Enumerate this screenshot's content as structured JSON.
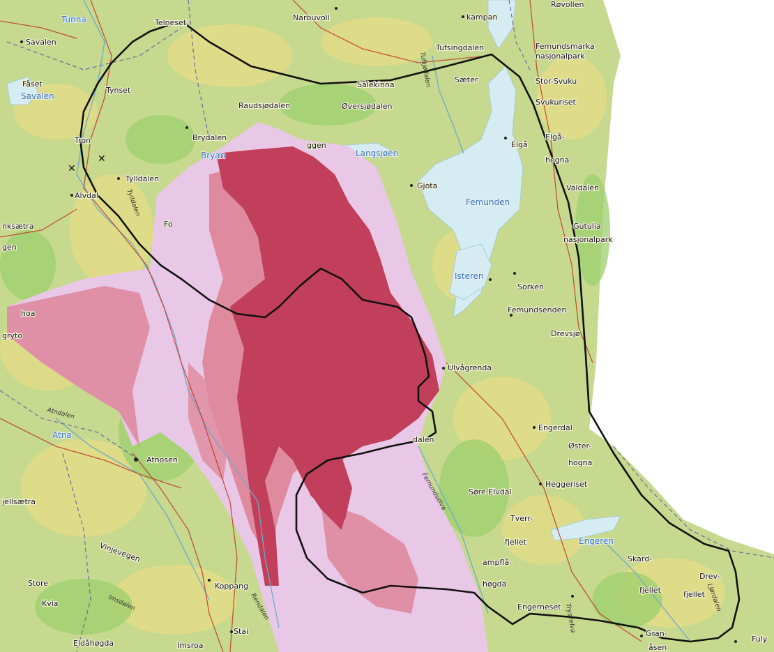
{
  "colors": {
    "terrain_green": "#b9d685",
    "terrain_yellow": "#e4dc87",
    "forest": "#9ccf6d",
    "water": "#d5ecf2",
    "road_red": "#c0392b",
    "boundary_purple": "#5a4aa8",
    "zone_light": "#e9c7e6",
    "zone_medium": "#df8a9e",
    "zone_dark": "#c13f5a",
    "outline": "#111111"
  },
  "places": [
    {
      "name": "Tunna",
      "kind": "water"
    },
    {
      "name": "Savalen",
      "kind": "place"
    },
    {
      "name": "Savalen",
      "kind": "water"
    },
    {
      "name": "Fåset",
      "kind": "place"
    },
    {
      "name": "Telneset",
      "kind": "place"
    },
    {
      "name": "Tynset",
      "kind": "place"
    },
    {
      "name": "Narbuvoll",
      "kind": "place"
    },
    {
      "name": "kampan",
      "kind": "place"
    },
    {
      "name": "Røvollen",
      "kind": "place"
    },
    {
      "name": "Tufsingdalen",
      "kind": "place"
    },
    {
      "name": "Femundsmarka",
      "kind": "place"
    },
    {
      "name": "nasjonalpark",
      "kind": "place"
    },
    {
      "name": "Sæter",
      "kind": "place"
    },
    {
      "name": "Stor-Svuku",
      "kind": "place"
    },
    {
      "name": "Svukuriset",
      "kind": "place"
    },
    {
      "name": "Raudsjødalen",
      "kind": "place"
    },
    {
      "name": "Øversjødalen",
      "kind": "place"
    },
    {
      "name": "Tron",
      "kind": "place"
    },
    {
      "name": "Brydalen",
      "kind": "place"
    },
    {
      "name": "Bryan",
      "kind": "water"
    },
    {
      "name": "Langsjøen",
      "kind": "water"
    },
    {
      "name": "Elgå",
      "kind": "place"
    },
    {
      "name": "Elgå-",
      "kind": "place"
    },
    {
      "name": "hogna",
      "kind": "place"
    },
    {
      "name": "Tylldalen",
      "kind": "place"
    },
    {
      "name": "Alvdal",
      "kind": "place"
    },
    {
      "name": "Gjota",
      "kind": "place"
    },
    {
      "name": "Femunden",
      "kind": "water"
    },
    {
      "name": "Valdalen",
      "kind": "place"
    },
    {
      "name": "Gutulia",
      "kind": "place"
    },
    {
      "name": "nasjonalpark",
      "kind": "place"
    },
    {
      "name": "Fo",
      "kind": "place"
    },
    {
      "name": "nksætra",
      "kind": "place"
    },
    {
      "name": "gen",
      "kind": "place"
    },
    {
      "name": "Isteren",
      "kind": "water"
    },
    {
      "name": "Sorken",
      "kind": "place"
    },
    {
      "name": "Femundsenden",
      "kind": "place"
    },
    {
      "name": "Drevsjø",
      "kind": "place"
    },
    {
      "name": "hoa",
      "kind": "place"
    },
    {
      "name": "gryto",
      "kind": "place"
    },
    {
      "name": "Ulvågrenda",
      "kind": "place"
    },
    {
      "name": "Engerdal",
      "kind": "place"
    },
    {
      "name": "Atna",
      "kind": "water"
    },
    {
      "name": "Atnosen",
      "kind": "place"
    },
    {
      "name": "Øster-",
      "kind": "place"
    },
    {
      "name": "hogna",
      "kind": "place"
    },
    {
      "name": "Heggeriset",
      "kind": "place"
    },
    {
      "name": "Femundselva",
      "kind": "river"
    },
    {
      "name": "Søre Elvdal",
      "kind": "place"
    },
    {
      "name": "jellsætra",
      "kind": "place"
    },
    {
      "name": "Tverr-",
      "kind": "place"
    },
    {
      "name": "fjellet",
      "kind": "place"
    },
    {
      "name": "Engeren",
      "kind": "water"
    },
    {
      "name": "Vinjevegen",
      "kind": "place"
    },
    {
      "name": "Skard-",
      "kind": "place"
    },
    {
      "name": "fjellet",
      "kind": "place"
    },
    {
      "name": "Drev-",
      "kind": "place"
    },
    {
      "name": "fjellet",
      "kind": "place"
    },
    {
      "name": "ampflå-",
      "kind": "place"
    },
    {
      "name": "høgda",
      "kind": "place"
    },
    {
      "name": "Koppang",
      "kind": "place"
    },
    {
      "name": "Store",
      "kind": "place"
    },
    {
      "name": "Kvia",
      "kind": "place"
    },
    {
      "name": "Imsdalen",
      "kind": "river"
    },
    {
      "name": "Rendalen",
      "kind": "river"
    },
    {
      "name": "Engerneset",
      "kind": "place"
    },
    {
      "name": "Stai",
      "kind": "place"
    },
    {
      "name": "Gran-",
      "kind": "place"
    },
    {
      "name": "åsen",
      "kind": "place"
    },
    {
      "name": "Eldåhøgda",
      "kind": "place"
    },
    {
      "name": "Imsroa",
      "kind": "place"
    },
    {
      "name": "Ljørdalen",
      "kind": "river"
    },
    {
      "name": "Atndalen",
      "kind": "river"
    },
    {
      "name": "Tylldalen",
      "kind": "river"
    },
    {
      "name": "Tufsjødalen",
      "kind": "river"
    },
    {
      "name": "Trysilelva",
      "kind": "river"
    },
    {
      "name": "Fuly",
      "kind": "place"
    },
    {
      "name": "Sålekinna",
      "kind": "place"
    },
    {
      "name": "dalen",
      "kind": "place"
    },
    {
      "name": "ggen",
      "kind": "place"
    }
  ]
}
